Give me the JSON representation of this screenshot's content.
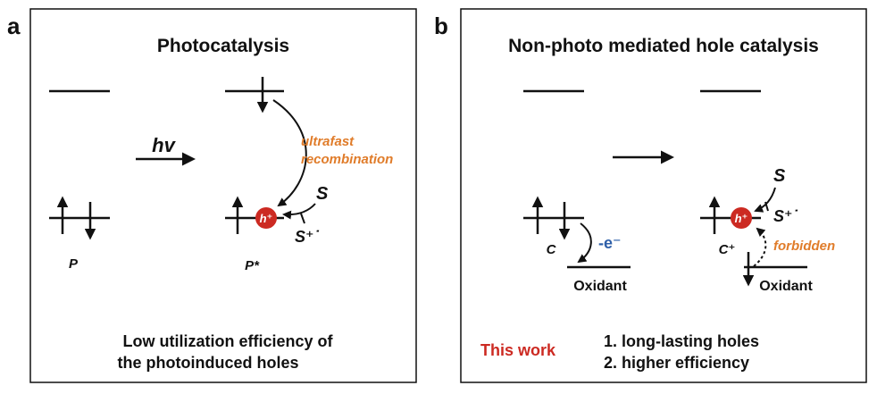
{
  "panel_a": {
    "letter": "a",
    "title": "Photocatalysis",
    "arrow_label": "hv",
    "annotation_line1": "ultrafast",
    "annotation_line2": "recombination",
    "hole_label": "h⁺",
    "substrate": "S",
    "substrate_radical": "S⁺˙",
    "ground_label": "P",
    "excited_label": "P*",
    "caption_line1": "Low utilization efficiency of",
    "caption_line2": "the photoinduced holes"
  },
  "panel_b": {
    "letter": "b",
    "title": "Non-photo mediated hole catalysis",
    "electron_transfer": "-e⁻",
    "catalyst_label": "C",
    "catalyst_oxidized_label": "C⁺",
    "oxidant_label_left": "Oxidant",
    "oxidant_label_right": "Oxidant",
    "hole_label": "h⁺",
    "substrate": "S",
    "substrate_radical": "S⁺˙",
    "forbidden_label": "forbidden",
    "this_work": "This work",
    "feature_1": "1. long-lasting holes",
    "feature_2": "2. higher efficiency"
  },
  "colors": {
    "annotation_orange": "#e07c2a",
    "hole_red": "#cc2a22",
    "this_work_red": "#cc2a22",
    "electron_blue": "#2e5fa8",
    "line": "#111111"
  }
}
